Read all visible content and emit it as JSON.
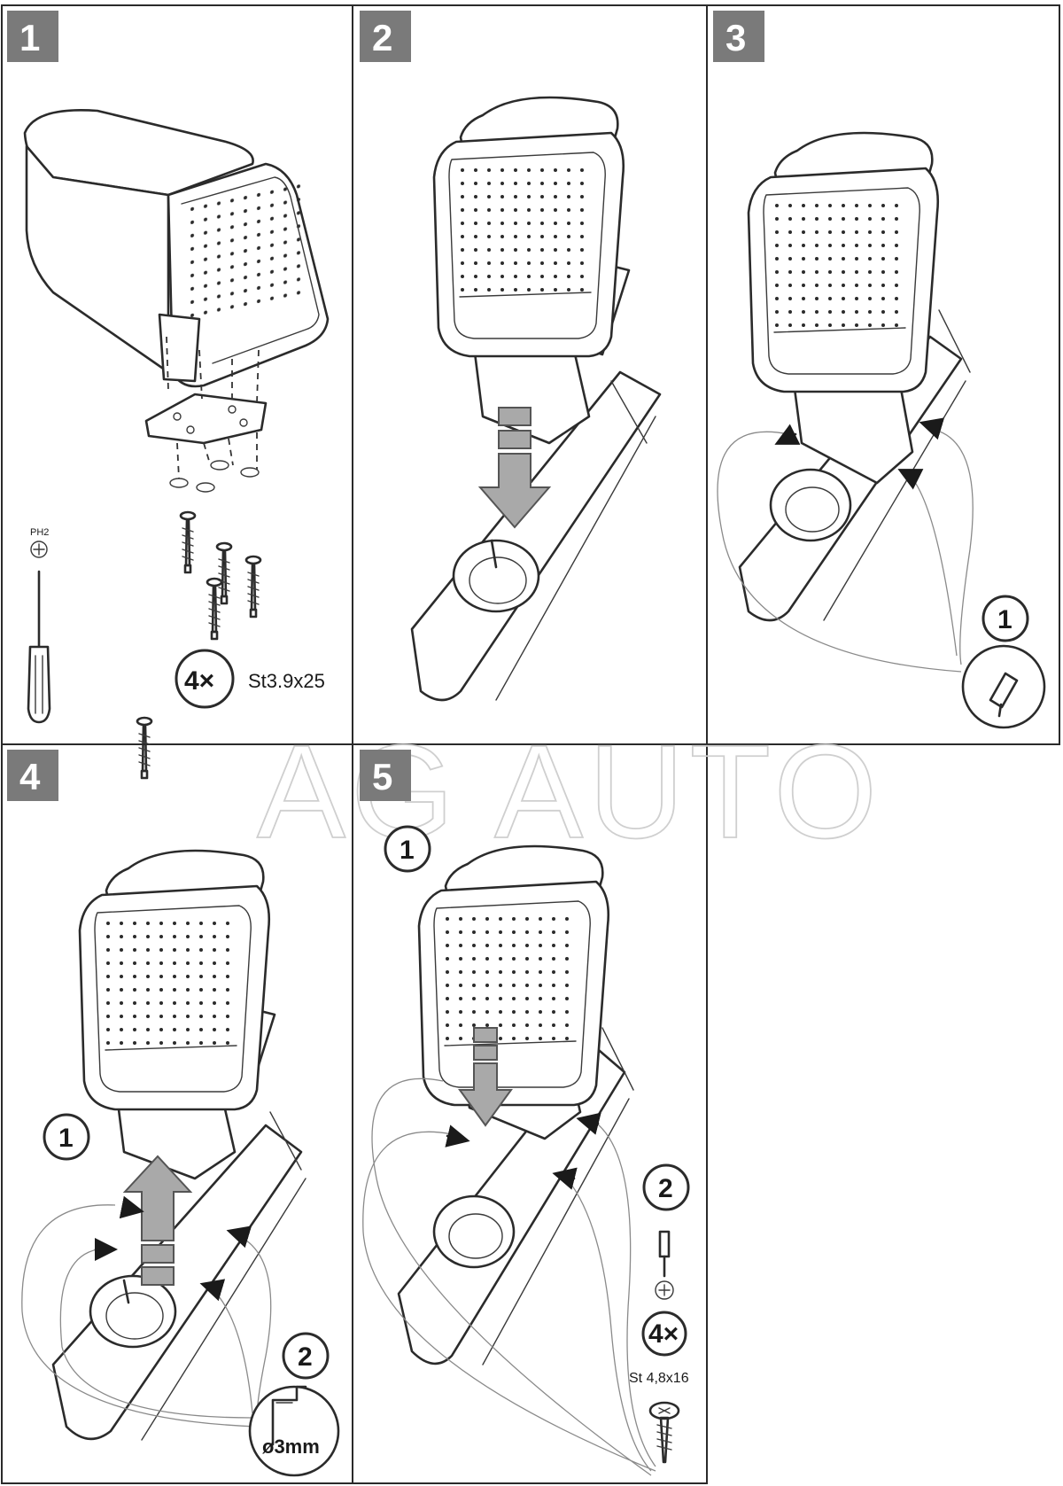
{
  "watermark": "AG AUTO",
  "steps": [
    {
      "number": "1",
      "labels": {
        "tool": "PH2",
        "quantity": "4×",
        "screw_spec": "St3.9x25"
      }
    },
    {
      "number": "2"
    },
    {
      "number": "3",
      "substeps": [
        "1"
      ]
    },
    {
      "number": "4",
      "substeps": [
        "1",
        "2"
      ],
      "labels": {
        "drill": "ø3mm"
      }
    },
    {
      "number": "5",
      "substeps": [
        "1",
        "2"
      ],
      "labels": {
        "quantity": "4×",
        "screw_spec": "St 4,8x16"
      }
    }
  ]
}
